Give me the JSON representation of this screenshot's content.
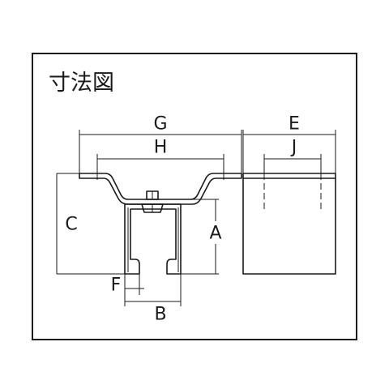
{
  "title": "寸法図",
  "dimensions": {
    "G": "G",
    "H": "H",
    "C": "C",
    "A": "A",
    "F": "F",
    "B": "B",
    "E": "E",
    "J": "J"
  }
}
